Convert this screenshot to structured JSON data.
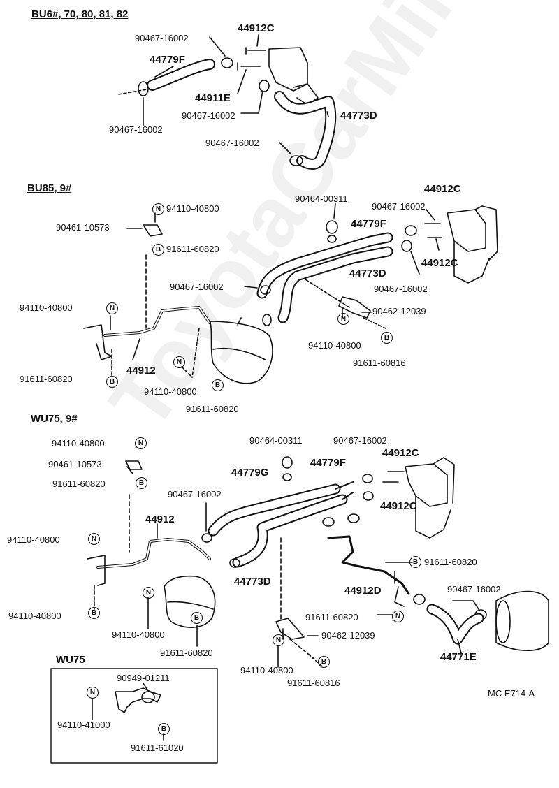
{
  "watermark": "ToyotaCarMine.ru",
  "sections": {
    "s1": {
      "header": "BU6#, 70, 80, 81, 82"
    },
    "s2": {
      "header": "BU85, 9#"
    },
    "s3": {
      "header": "WU75, 9#"
    },
    "s4": {
      "header": "WU75"
    }
  },
  "diagram_code": "MC E714-A",
  "part_labels": [
    "90467-16002",
    "44912C",
    "44779F",
    "44911E",
    "90467-16002",
    "90467-16002",
    "44773D",
    "90467-16002",
    "94110-40800",
    "90464-00311",
    "90467-16002",
    "44912C",
    "90461-10573",
    "44779F",
    "91611-60820",
    "44912C",
    "44773D",
    "90467-16002",
    "90467-16002",
    "94110-40800",
    "90462-12039",
    "94110-40800",
    "44912",
    "91611-60816",
    "91611-60820",
    "94110-40800",
    "91611-60820",
    "94110-40800",
    "90464-00311",
    "90467-16002",
    "44912C",
    "90461-10573",
    "44779G",
    "44779F",
    "91611-60820",
    "90467-16002",
    "44912C",
    "44912",
    "94110-40800",
    "91611-60820",
    "44773D",
    "44912D",
    "90467-16002",
    "94110-40800",
    "91611-60820",
    "94110-40800",
    "90462-12039",
    "44771E",
    "91611-60820",
    "94110-40800",
    "91611-60816",
    "90949-01211",
    "94110-41000",
    "91611-61020"
  ],
  "markers": {
    "nut": "N",
    "bolt": "B"
  }
}
